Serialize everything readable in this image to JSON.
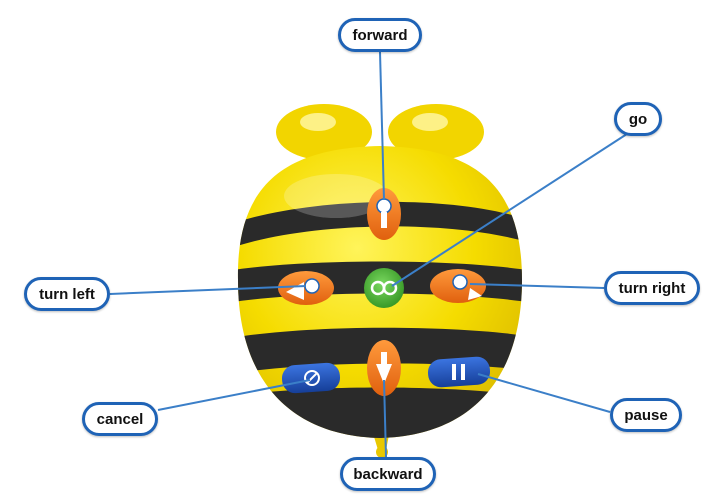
{
  "diagram": {
    "colors": {
      "body_yellow": "#f5dc00",
      "stripe_black": "#2a2a2a",
      "orange_button": "#f07a1a",
      "green_button": "#3fae2a",
      "blue_button": "#1d4fb8",
      "callout_border": "#1f63b6",
      "leader_line": "#3b7fc8"
    },
    "labels": {
      "forward": "forward",
      "go": "go",
      "turn_left": "turn left",
      "turn_right": "turn right",
      "cancel": "cancel",
      "pause": "pause",
      "backward": "backward"
    },
    "icons": {
      "forward": "forward-arrow-icon",
      "backward": "backward-arrow-icon",
      "turn_left": "turn-left-arrow-icon",
      "turn_right": "turn-right-arrow-icon",
      "go": "go-icon",
      "cancel": "cancel-icon",
      "pause": "pause-icon"
    }
  }
}
